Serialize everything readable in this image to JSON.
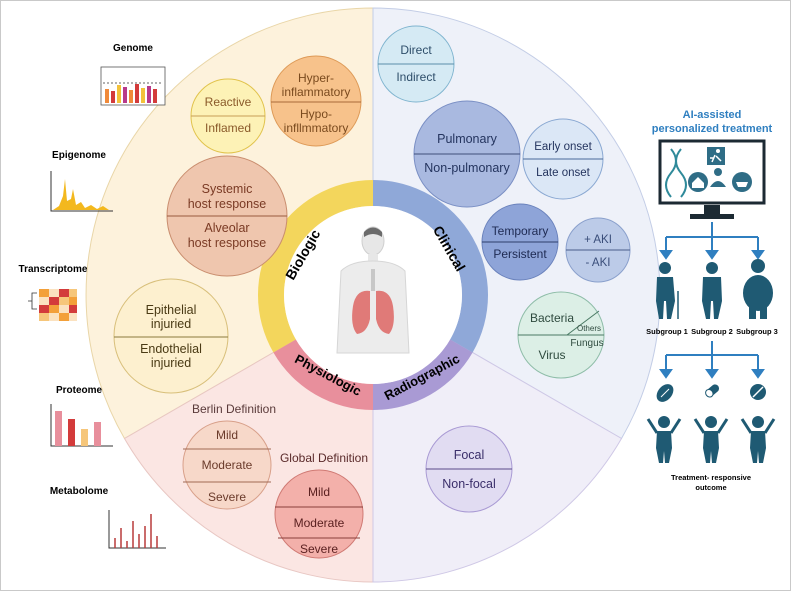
{
  "omics": {
    "genome": "Genome",
    "epigenome": "Epigenome",
    "transcriptome": "Transcriptome",
    "proteome": "Proteome",
    "metabolome": "Metabolome"
  },
  "sections": {
    "biologic": "Biologic",
    "clinical": "Clinical",
    "physiologic": "Physiologic",
    "radiographic": "Radiographic"
  },
  "biologic": {
    "reactive": "Reactive",
    "inflamed": "Inflamed",
    "hyper_1": "Hyper-",
    "hyper_2": "inflammatory",
    "hypo_1": "Hypo-",
    "hypo_2": "infllmmatory",
    "systemic_1": "Systemic",
    "systemic_2": "host response",
    "alveolar_1": "Alveolar",
    "alveolar_2": "host response",
    "epithelial_1": "Epithelial",
    "epithelial_2": "injuried",
    "endothelial_1": "Endothelial",
    "endothelial_2": "injuried"
  },
  "clinical": {
    "direct": "Direct",
    "indirect": "Indirect",
    "pulmonary": "Pulmonary",
    "non_pulmonary": "Non-pulmonary",
    "early_onset": "Early onset",
    "late_onset": "Late onset",
    "temporary": "Temporary",
    "persistent": "Persistent",
    "plus_aki": "+ AKI",
    "minus_aki": "- AKI",
    "bacteria": "Bacteria",
    "others": "Others",
    "fungus": "Fungus",
    "virus": "Virus"
  },
  "physiologic": {
    "berlin": "Berlin Definition",
    "global": "Global Definition",
    "mild": "Mild",
    "moderate": "Moderate",
    "severe": "Severe"
  },
  "radiographic": {
    "focal": "Focal",
    "non_focal": "Non-focal"
  },
  "treatment": {
    "title_1": "AI-assisted",
    "title_2": "personalized treatment",
    "subgroup_1": "Subgroup 1",
    "subgroup_2": "Subgroup 2",
    "subgroup_3": "Subgroup 3",
    "outcome_1": "Treatment- responsive",
    "outcome_2": "outcome"
  },
  "colors": {
    "biologic": "#f3d65c",
    "clinical": "#8fa8d8",
    "physiologic": "#e88f9c",
    "radiographic": "#a99ad4",
    "accent_blue": "#2f7fc0",
    "dark_teal": "#1f5a73"
  },
  "icons": [
    "dna-icon",
    "exercise-icon",
    "house-icon",
    "doctor-icon",
    "food-icon",
    "monitor-icon",
    "pill-icon",
    "person-icon",
    "human-body-icon"
  ]
}
